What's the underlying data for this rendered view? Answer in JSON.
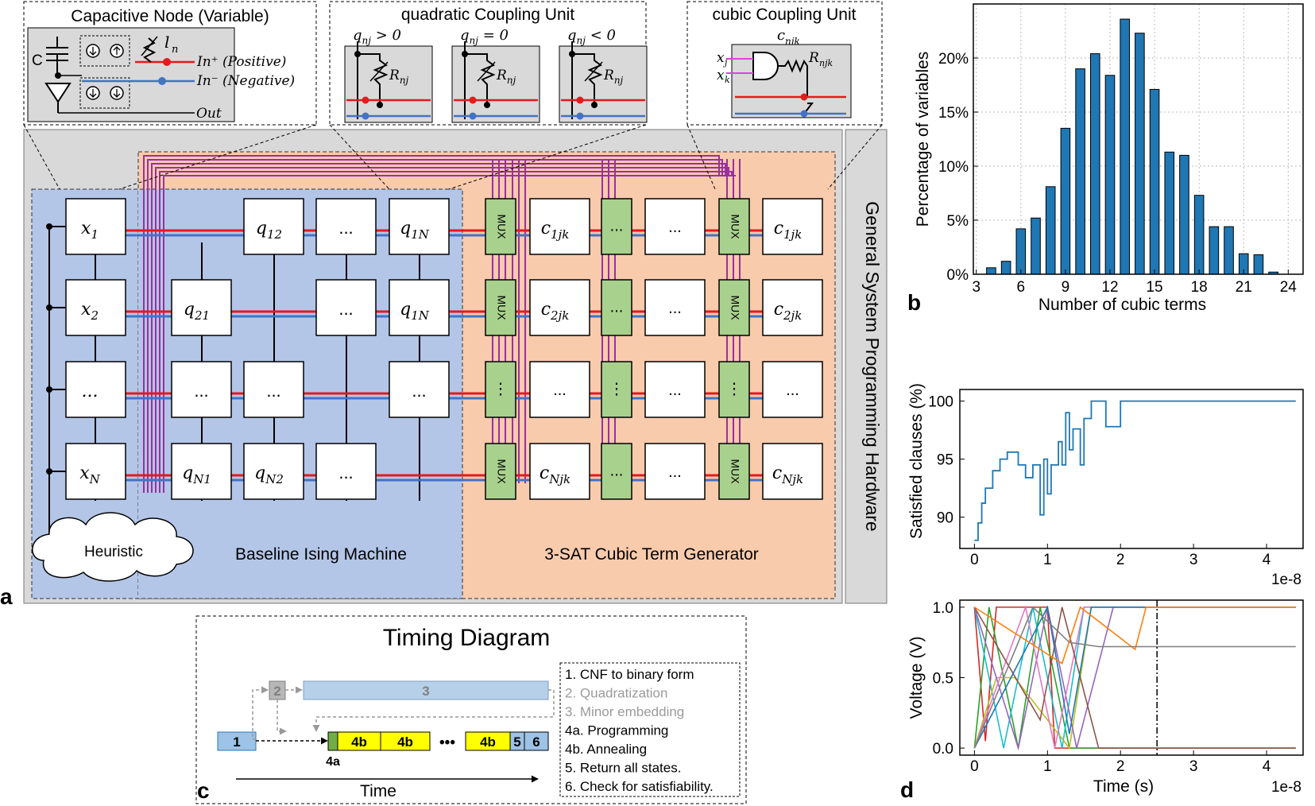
{
  "panel_labels": {
    "a": "a",
    "b": "b",
    "c": "c",
    "d": "d"
  },
  "insets": {
    "capacitive": {
      "title": "Capacitive Node (Variable)",
      "cap_label": "C",
      "current_label": "l",
      "current_sub": "n",
      "in_pos": "In⁺ (Positive)",
      "in_neg": "In⁻ (Negative)",
      "out": "Out"
    },
    "quadratic": {
      "title": "quadratic Coupling Unit",
      "cond_pos": "q",
      "cond_sub": "nj",
      "cond_pos_rel": " > 0",
      "cond_zero_rel": " = 0",
      "cond_neg_rel": " < 0",
      "res": "R",
      "res_sub": "nj"
    },
    "cubic": {
      "title": "cubic Coupling Unit",
      "coef": "c",
      "coef_sub": "njk",
      "xj": "x",
      "xj_sub": "j",
      "xk": "x",
      "xk_sub": "k",
      "res": "R",
      "res_sub": "njk"
    }
  },
  "system": {
    "side_label": "General System Programming Hardware",
    "baseline_label": "Baseline Ising Machine",
    "generator_label": "3-SAT Cubic Term Generator",
    "heuristic_label": "Heuristic",
    "ellipsis": "...",
    "mux": "MUX",
    "rows": [
      {
        "x": "x",
        "x_sub": "1",
        "q": [
          {
            "t": "",
            "s": ""
          },
          {
            "t": "q",
            "s": "12"
          },
          {
            "t": "...",
            "s": ""
          },
          {
            "t": "q",
            "s": "1N"
          }
        ],
        "c": "1jk"
      },
      {
        "x": "x",
        "x_sub": "2",
        "q": [
          {
            "t": "q",
            "s": "21"
          },
          {
            "t": "",
            "s": ""
          },
          {
            "t": "...",
            "s": ""
          },
          {
            "t": "q",
            "s": "1N"
          }
        ],
        "c": "2jk"
      },
      {
        "x": "...",
        "x_sub": "",
        "q": [
          {
            "t": "...",
            "s": ""
          },
          {
            "t": "...",
            "s": ""
          },
          {
            "t": "",
            "s": ""
          },
          {
            "t": "...",
            "s": ""
          }
        ],
        "c": ""
      },
      {
        "x": "x",
        "x_sub": "N",
        "q": [
          {
            "t": "q",
            "s": "N1"
          },
          {
            "t": "q",
            "s": "N2"
          },
          {
            "t": "...",
            "s": ""
          },
          {
            "t": "",
            "s": ""
          }
        ],
        "c": "Njk"
      }
    ]
  },
  "timing": {
    "title": "Timing Diagram",
    "blocks": {
      "b1": "1",
      "b2": "2",
      "b3": "3",
      "b4a": "4a",
      "b4b": "4b",
      "b5": "5",
      "b6": "6",
      "dots": "•••"
    },
    "axis_label": "Time",
    "legend": [
      {
        "text": "1. CNF to binary form",
        "color": "#000000"
      },
      {
        "text": "2. Quadratization",
        "color": "#9a9a9a"
      },
      {
        "text": "3. Minor embedding",
        "color": "#9a9a9a"
      },
      {
        "text": "4a. Programming",
        "color": "#000000"
      },
      {
        "text": "4b. Annealing",
        "color": "#000000"
      },
      {
        "text": "5. Return all states.",
        "color": "#000000"
      },
      {
        "text": "6. Check for satisfiability.",
        "color": "#000000"
      }
    ]
  },
  "chart_data": [
    {
      "type": "bar",
      "xlabel": "Number of cubic terms",
      "ylabel": "Percentage of variables",
      "x": [
        4,
        5,
        6,
        7,
        8,
        9,
        10,
        11,
        12,
        13,
        14,
        15,
        16,
        17,
        18,
        19,
        20,
        21,
        22,
        23
      ],
      "values": [
        0.6,
        1.2,
        4.2,
        5.2,
        8.1,
        13.5,
        19.0,
        20.4,
        18.4,
        23.6,
        22.3,
        17.1,
        11.3,
        11.0,
        7.3,
        4.4,
        4.4,
        1.9,
        1.8,
        0.2
      ],
      "xlim": [
        2.8,
        25
      ],
      "ylim": [
        0,
        25
      ],
      "xticks": [
        3,
        6,
        9,
        12,
        15,
        18,
        21,
        24
      ],
      "yticks": [
        0,
        5,
        10,
        15,
        20
      ],
      "ytick_labels": [
        "0%",
        "5%",
        "10%",
        "15%",
        "20%"
      ],
      "grid": true,
      "color": "#1f77b4"
    },
    {
      "type": "line",
      "xlabel": "",
      "ylabel": "Satisfied clauses (%)",
      "x_offset_text": "1e-8",
      "xlim": [
        -0.2,
        4.5
      ],
      "ylim": [
        87.3,
        101.0
      ],
      "xticks": [
        0,
        1,
        2,
        3,
        4
      ],
      "yticks": [
        90,
        95,
        100
      ],
      "grid": false,
      "series": [
        {
          "x": [
            0,
            0.05,
            0.05,
            0.1,
            0.1,
            0.15,
            0.15,
            0.25,
            0.25,
            0.35,
            0.35,
            0.45,
            0.45,
            0.6,
            0.6,
            0.7,
            0.7,
            0.8,
            0.8,
            0.9,
            0.9,
            0.95,
            0.95,
            1.0,
            1.0,
            1.05,
            1.05,
            1.15,
            1.15,
            1.2,
            1.2,
            1.25,
            1.25,
            1.3,
            1.3,
            1.35,
            1.35,
            1.45,
            1.45,
            1.5,
            1.5,
            1.6,
            1.6,
            1.7,
            1.7,
            1.8,
            1.8,
            2.0,
            2.0,
            2.15,
            2.15,
            4.4
          ],
          "y": [
            88.0,
            88.0,
            89.5,
            89.5,
            91.2,
            91.2,
            92.5,
            92.5,
            94.0,
            94.0,
            95.0,
            95.0,
            95.6,
            95.6,
            94.5,
            94.5,
            93.4,
            93.4,
            94.5,
            94.5,
            90.2,
            90.2,
            95.0,
            95.0,
            92.0,
            92.0,
            94.5,
            94.5,
            96.5,
            96.5,
            94.5,
            94.5,
            99.0,
            99.0,
            95.8,
            95.8,
            97.6,
            97.6,
            94.5,
            94.5,
            98.5,
            98.5,
            100.0,
            100.0,
            100.0,
            100.0,
            97.8,
            97.8,
            100.0,
            100.0,
            100.0,
            100.0
          ],
          "color": "#1f77b4"
        }
      ]
    },
    {
      "type": "line",
      "xlabel": "Time (s)",
      "ylabel": "Voltage (V)",
      "x_offset_text": "1e-8",
      "xlim": [
        -0.2,
        4.5
      ],
      "ylim": [
        -0.05,
        1.05
      ],
      "xticks": [
        0,
        1,
        2,
        3,
        4
      ],
      "yticks": [
        0.0,
        0.5,
        1.0
      ],
      "marker_line_x": 2.5,
      "grid": false,
      "series": [
        {
          "x": [
            0,
            0.15,
            0.3,
            1.0,
            1.1,
            4.4
          ],
          "y": [
            1.0,
            0.05,
            1.0,
            1.0,
            0.0,
            0.0
          ],
          "color": "#d62728"
        },
        {
          "x": [
            0,
            0.2,
            0.6,
            0.9,
            1.3,
            4.4
          ],
          "y": [
            0.0,
            1.0,
            0.0,
            1.0,
            0.0,
            0.0
          ],
          "color": "#2ca02c"
        },
        {
          "x": [
            0,
            0.4,
            0.8,
            1.2,
            1.5,
            4.4
          ],
          "y": [
            1.0,
            0.0,
            1.0,
            0.0,
            1.0,
            1.0
          ],
          "color": "#17becf"
        },
        {
          "x": [
            0,
            0.3,
            0.55,
            1.3,
            1.6,
            4.4
          ],
          "y": [
            0.0,
            0.5,
            0.5,
            0.0,
            1.0,
            1.0
          ],
          "color": "#bcbd22"
        },
        {
          "x": [
            0,
            0.6,
            1.0,
            1.4,
            1.9,
            4.4
          ],
          "y": [
            1.0,
            0.0,
            1.0,
            0.0,
            1.0,
            1.0
          ],
          "color": "#9467bd"
        },
        {
          "x": [
            0,
            0.7,
            1.1,
            1.5,
            2.0,
            4.4
          ],
          "y": [
            0.0,
            1.0,
            0.0,
            1.0,
            1.0,
            1.0
          ],
          "color": "#e377c2"
        },
        {
          "x": [
            0,
            0.9,
            1.2,
            1.7,
            2.2,
            4.4
          ],
          "y": [
            1.0,
            0.2,
            1.0,
            0.0,
            0.0,
            0.0
          ],
          "color": "#8c564b"
        },
        {
          "x": [
            0,
            1.0,
            1.3,
            1.6,
            2.3,
            4.4
          ],
          "y": [
            0.0,
            1.0,
            0.1,
            1.0,
            1.0,
            1.0
          ],
          "color": "#1f77b4"
        },
        {
          "x": [
            0,
            1.2,
            1.45,
            2.2,
            2.35,
            4.4
          ],
          "y": [
            1.0,
            0.6,
            1.0,
            0.7,
            1.0,
            1.0
          ],
          "color": "#ff7f0e"
        },
        {
          "x": [
            0,
            0.8,
            1.3,
            1.7,
            4.4
          ],
          "y": [
            0.0,
            1.0,
            0.75,
            0.72,
            0.72
          ],
          "color": "#7f7f7f"
        }
      ]
    }
  ]
}
